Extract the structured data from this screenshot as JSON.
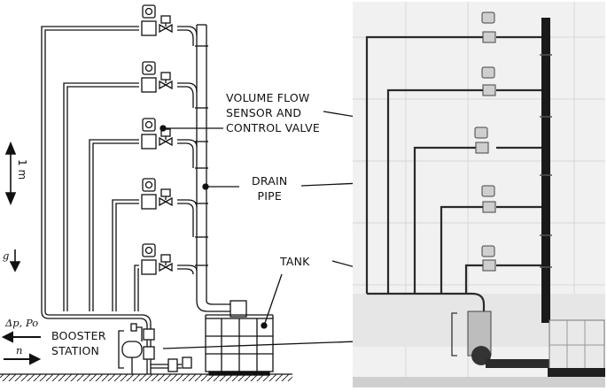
{
  "labels": {
    "flow_sensor": [
      "VOLUME FLOW",
      "SENSOR AND",
      "CONTROL VALVE"
    ],
    "drain_pipe": [
      "DRAIN",
      "PIPE"
    ],
    "tank": "TANK",
    "booster_station": [
      "BOOSTER",
      "STATION"
    ]
  },
  "symbols": {
    "scale": "1 m",
    "gravity": "g",
    "pressure": "Δp, Po",
    "speed": "n"
  },
  "colors": {
    "line": "#111111",
    "photo_background": "#f1f1f1",
    "photo_pipe": "#1a1a1a"
  },
  "icons": {
    "sensor": "flow-sensor-icon",
    "valve": "control-valve-icon",
    "pump": "pump-icon",
    "tank": "tank-icon"
  }
}
